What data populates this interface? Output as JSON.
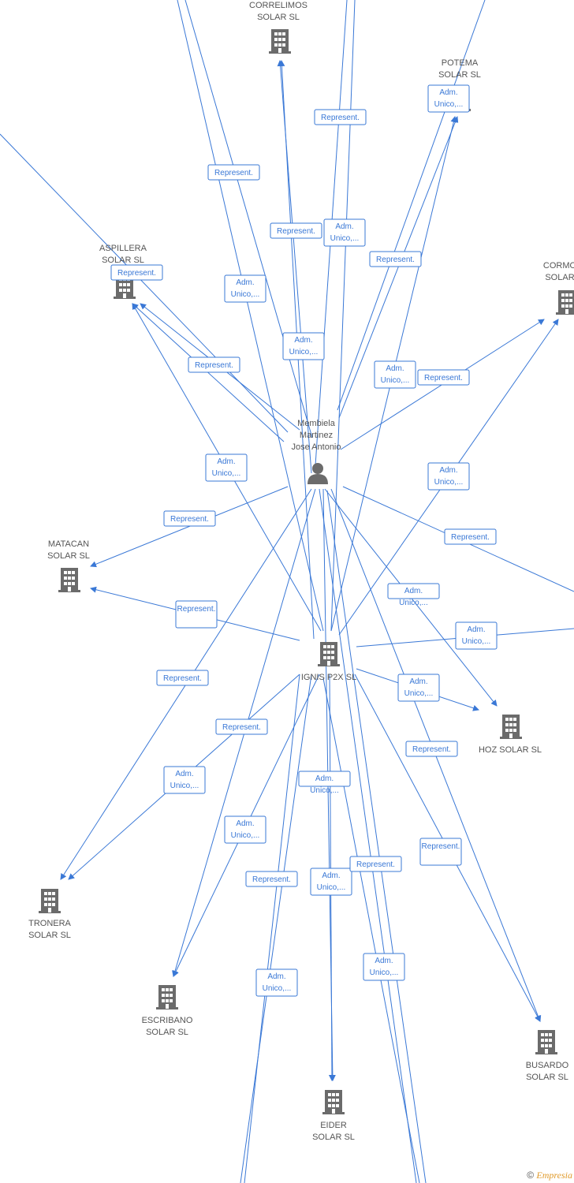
{
  "colors": {
    "edge": "#3a78d6",
    "node": "#666666",
    "text": "#555555",
    "brand": "#e09a2a"
  },
  "nodes": [
    {
      "id": "correlimos",
      "lines": [
        "CORRELIMOS",
        "SOLAR  SL"
      ],
      "type": "company-icon"
    },
    {
      "id": "potema",
      "lines": [
        "POTEMA",
        "SOLAR  SL"
      ],
      "type": "company-icon"
    },
    {
      "id": "aspillera",
      "lines": [
        "ASPILLERA",
        "SOLAR  SL"
      ],
      "type": "company-icon"
    },
    {
      "id": "cormo",
      "lines": [
        "CORMO",
        "SOLAR"
      ],
      "type": "company-icon"
    },
    {
      "id": "membiela",
      "lines": [
        "Membiela",
        "Martinez",
        "Jose Antonio"
      ],
      "type": "person-icon"
    },
    {
      "id": "matacan",
      "lines": [
        "MATACAN",
        "SOLAR  SL"
      ],
      "type": "company-icon"
    },
    {
      "id": "ignis",
      "lines": [
        "IGNIS P2X  SL"
      ],
      "type": "company-icon"
    },
    {
      "id": "hoz",
      "lines": [
        "HOZ SOLAR SL"
      ],
      "type": "company-icon"
    },
    {
      "id": "tronera",
      "lines": [
        "TRONERA",
        "SOLAR  SL"
      ],
      "type": "company-icon"
    },
    {
      "id": "escribano",
      "lines": [
        "ESCRIBANO",
        "SOLAR  SL"
      ],
      "type": "company-icon"
    },
    {
      "id": "busardo",
      "lines": [
        "BUSARDO",
        "SOLAR  SL"
      ],
      "type": "company-icon"
    },
    {
      "id": "eider",
      "lines": [
        "EIDER",
        "SOLAR  SL"
      ],
      "type": "company-icon"
    }
  ],
  "edge_labels": [
    {
      "lines": [
        "Represent."
      ]
    },
    {
      "lines": [
        "Represent."
      ]
    },
    {
      "lines": [
        "Adm.",
        "Unico,..."
      ]
    },
    {
      "lines": [
        "Represent."
      ]
    },
    {
      "lines": [
        "Adm.",
        "Unico,..."
      ]
    },
    {
      "lines": [
        "Represent."
      ]
    },
    {
      "lines": [
        "Represent."
      ]
    },
    {
      "lines": [
        "Adm.",
        "Unico,..."
      ]
    },
    {
      "lines": [
        "Adm.",
        "Unico,..."
      ]
    },
    {
      "lines": [
        "Represent."
      ]
    },
    {
      "lines": [
        "Adm.",
        "Unico,..."
      ]
    },
    {
      "lines": [
        "Represent."
      ]
    },
    {
      "lines": [
        "Adm.",
        "Unico,..."
      ]
    },
    {
      "lines": [
        "Adm.",
        "Unico,..."
      ]
    },
    {
      "lines": [
        "Represent."
      ]
    },
    {
      "lines": [
        "Represent."
      ]
    },
    {
      "lines": [
        "Represent."
      ]
    },
    {
      "lines": [
        "Adm.",
        "Unico,..."
      ]
    },
    {
      "lines": [
        "Adm.",
        "Unico,..."
      ]
    },
    {
      "lines": [
        "Adm.",
        "Unico,..."
      ]
    },
    {
      "lines": [
        "Represent."
      ]
    },
    {
      "lines": [
        "Represent."
      ]
    },
    {
      "lines": [
        "Adm.",
        "Unico,..."
      ]
    },
    {
      "lines": [
        "Represent."
      ]
    },
    {
      "lines": [
        "Adm.",
        "Unico,..."
      ]
    },
    {
      "lines": [
        "Adm.",
        "Unico,..."
      ]
    },
    {
      "lines": [
        "Represent."
      ]
    },
    {
      "lines": [
        "Represent."
      ]
    },
    {
      "lines": [
        "Adm.",
        "Unico,..."
      ]
    },
    {
      "lines": [
        "Represent."
      ]
    },
    {
      "lines": [
        "Adm.",
        "Unico,..."
      ]
    },
    {
      "lines": [
        "Adm.",
        "Unico,..."
      ]
    }
  ],
  "footer": {
    "copyright": "©",
    "brand_first": "E",
    "brand_rest": "mpresia"
  }
}
